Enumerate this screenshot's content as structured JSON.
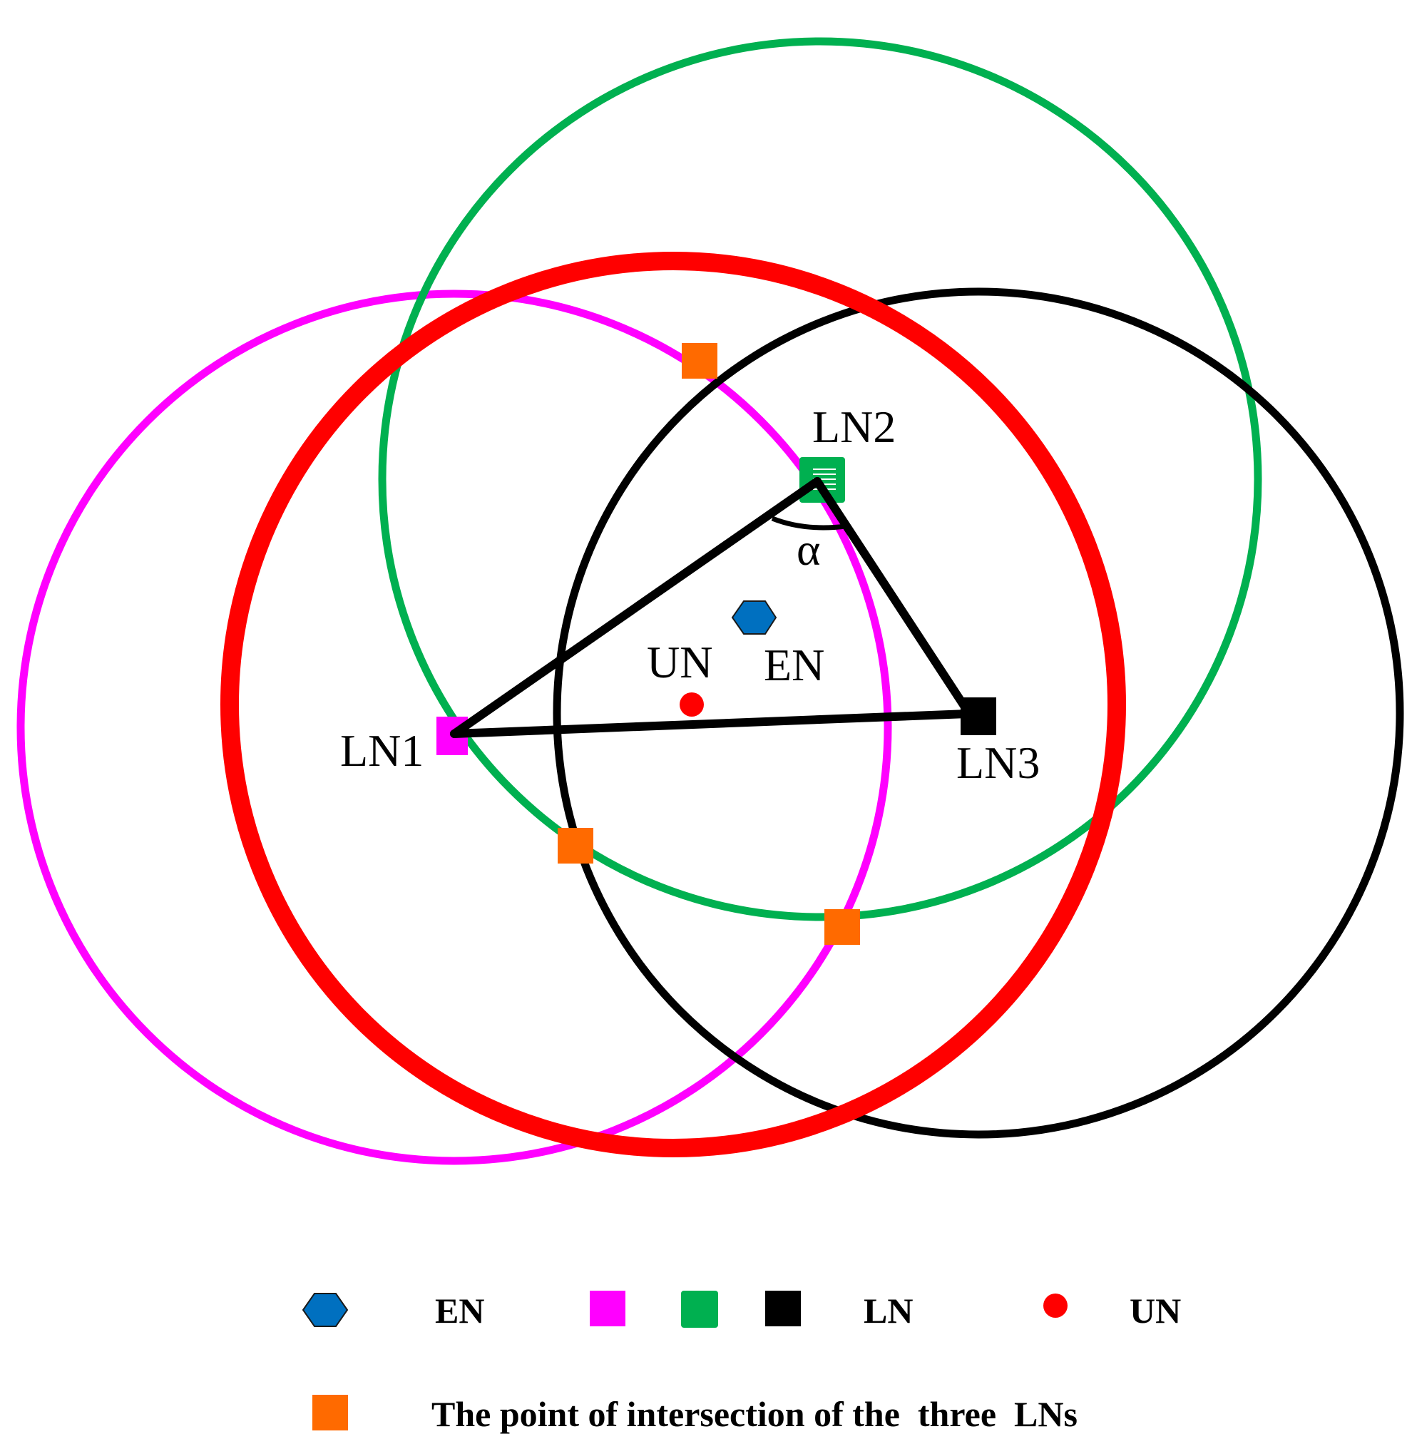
{
  "diagram": {
    "labels": {
      "ln1": "LN1",
      "ln2": "LN2",
      "ln3": "LN3",
      "un": "UN",
      "en": "EN",
      "alpha": "α"
    },
    "legend": {
      "en": "EN",
      "ln": "LN",
      "un": "UN",
      "intersection": "The point of intersection of the  three  LNs"
    },
    "colors": {
      "magenta": "#ff00ff",
      "green": "#00b050",
      "black": "#000000",
      "red": "#ff0000",
      "orange": "#ff6a00",
      "blue": "#0070c0"
    }
  }
}
